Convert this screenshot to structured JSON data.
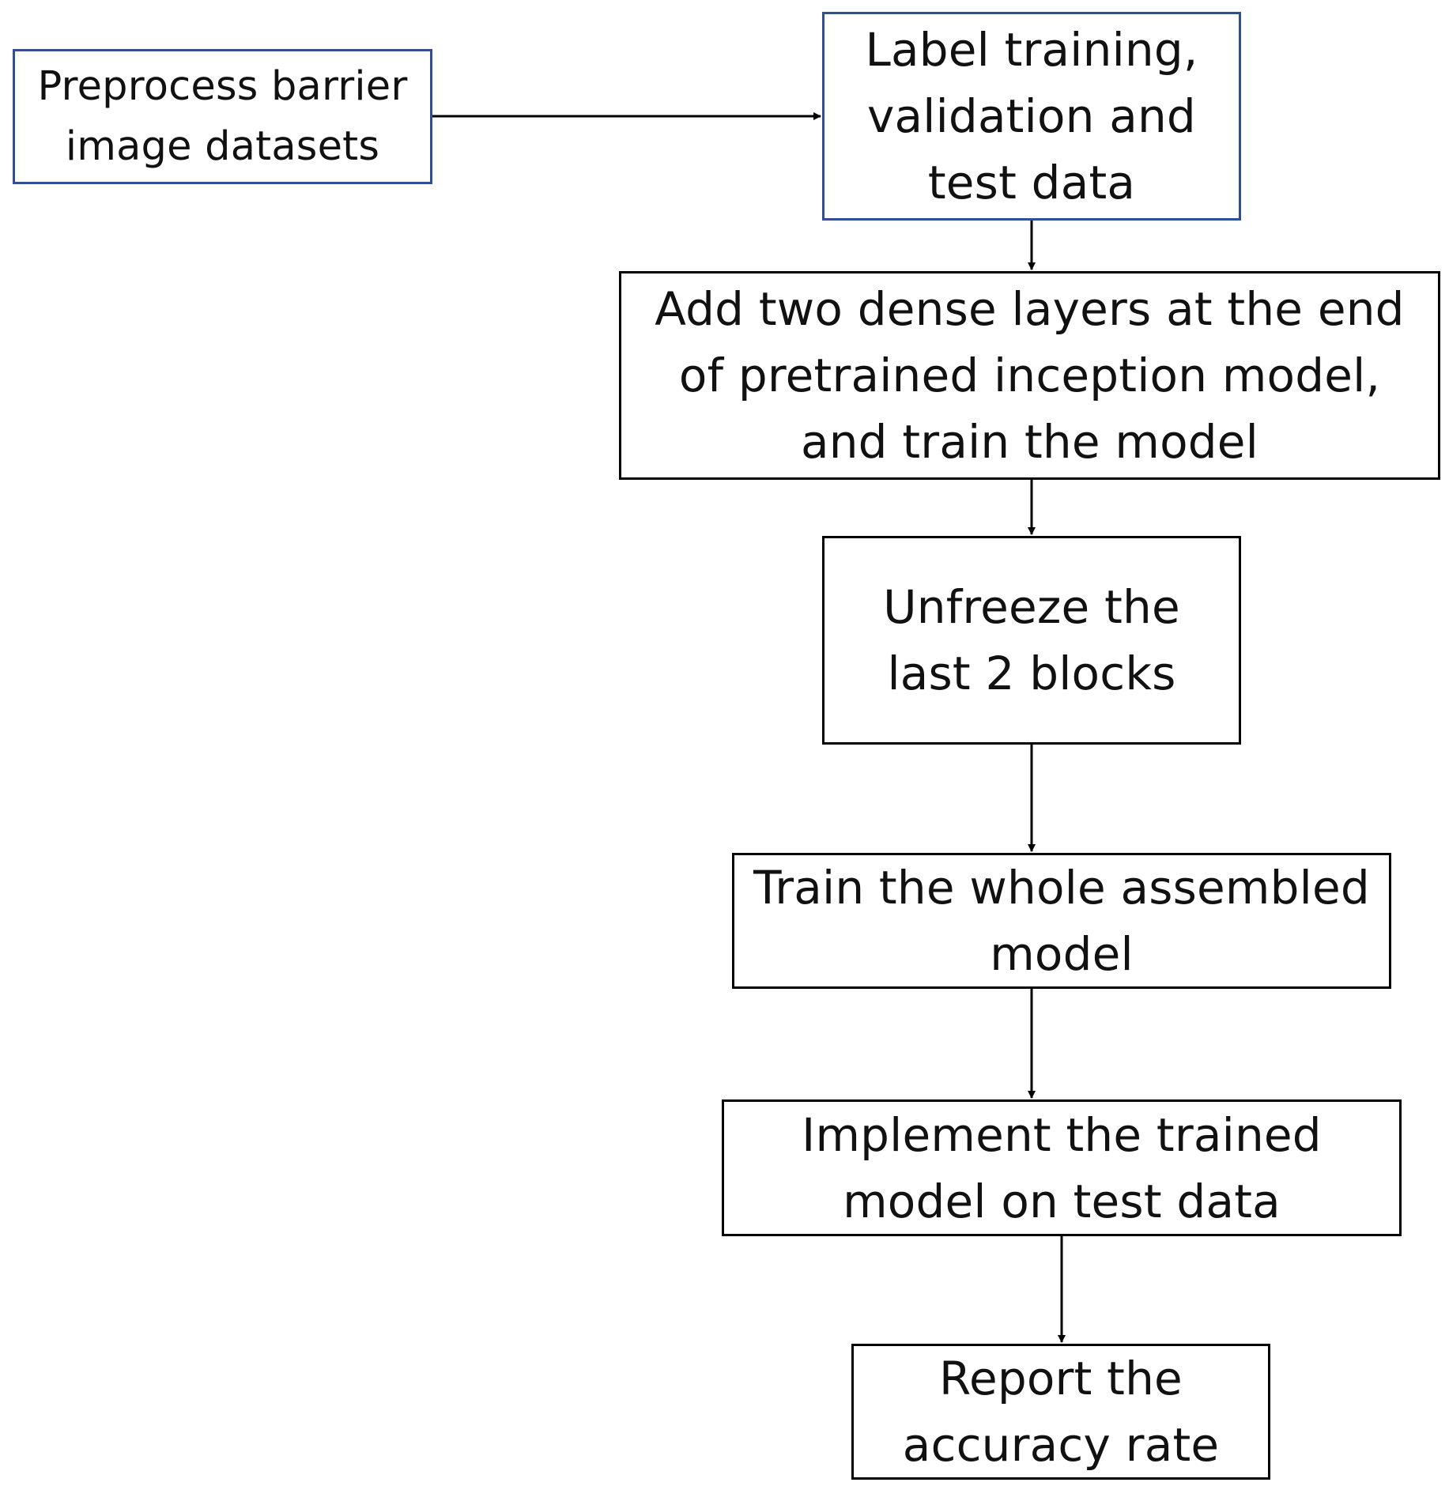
{
  "diagram": {
    "steps": [
      {
        "id": "preprocess",
        "text": "Preprocess barrier\nimage datasets"
      },
      {
        "id": "label",
        "text": "Label training,\nvalidation and\ntest data"
      },
      {
        "id": "add_dense",
        "text": "Add two dense layers at the end\nof pretrained inception model,\nand train the model"
      },
      {
        "id": "unfreeze",
        "text": "Unfreeze the\nlast 2 blocks"
      },
      {
        "id": "train_whole",
        "text": "Train the whole assembled\nmodel"
      },
      {
        "id": "implement",
        "text": "Implement the trained\nmodel on test data"
      },
      {
        "id": "report",
        "text": "Report the\naccuracy rate"
      }
    ],
    "edges": [
      {
        "from": "preprocess",
        "to": "label"
      },
      {
        "from": "label",
        "to": "add_dense"
      },
      {
        "from": "add_dense",
        "to": "unfreeze"
      },
      {
        "from": "unfreeze",
        "to": "train_whole"
      },
      {
        "from": "train_whole",
        "to": "implement"
      },
      {
        "from": "implement",
        "to": "report"
      }
    ],
    "colors": {
      "highlight_border": "#2f4f8f",
      "border": "#000000",
      "arrow": "#000000"
    }
  }
}
